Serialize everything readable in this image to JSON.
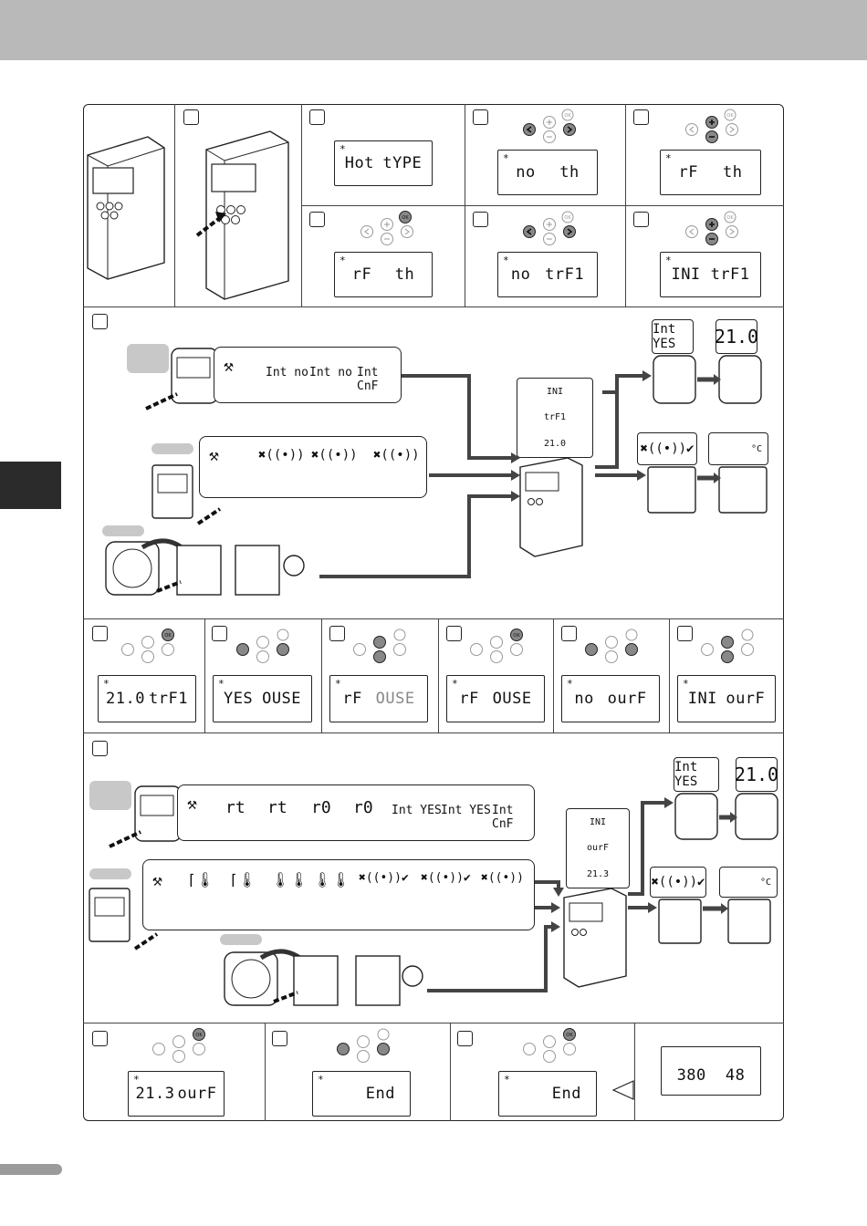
{
  "lcd": {
    "hot": "Hot",
    "type": "tYPE",
    "no": "no",
    "th": "th",
    "rf": "rF",
    "trf1": "trF1",
    "ini": "INI",
    "t210": "21.0",
    "yes": "YES",
    "ouse": "OUSE",
    "ourf": "ourF",
    "t213": "21.3",
    "end": "End",
    "v380": "380",
    "v48": "48",
    "asterisk": "*"
  },
  "thermo": {
    "int_no": "Int no",
    "int_cnf": "Int CnF",
    "int_yes": "Int YES",
    "rt": "rt",
    "r0": "r0",
    "ok": "OK",
    "temp": "21.0",
    "celsius": "°C"
  },
  "buttons": {
    "ok": "OK",
    "plus": "+",
    "minus": "−",
    "left": "<",
    "right": ">"
  },
  "colors": {
    "header": "#b9b9b9",
    "tab": "#2b2b2b",
    "arrow": "#444444"
  }
}
